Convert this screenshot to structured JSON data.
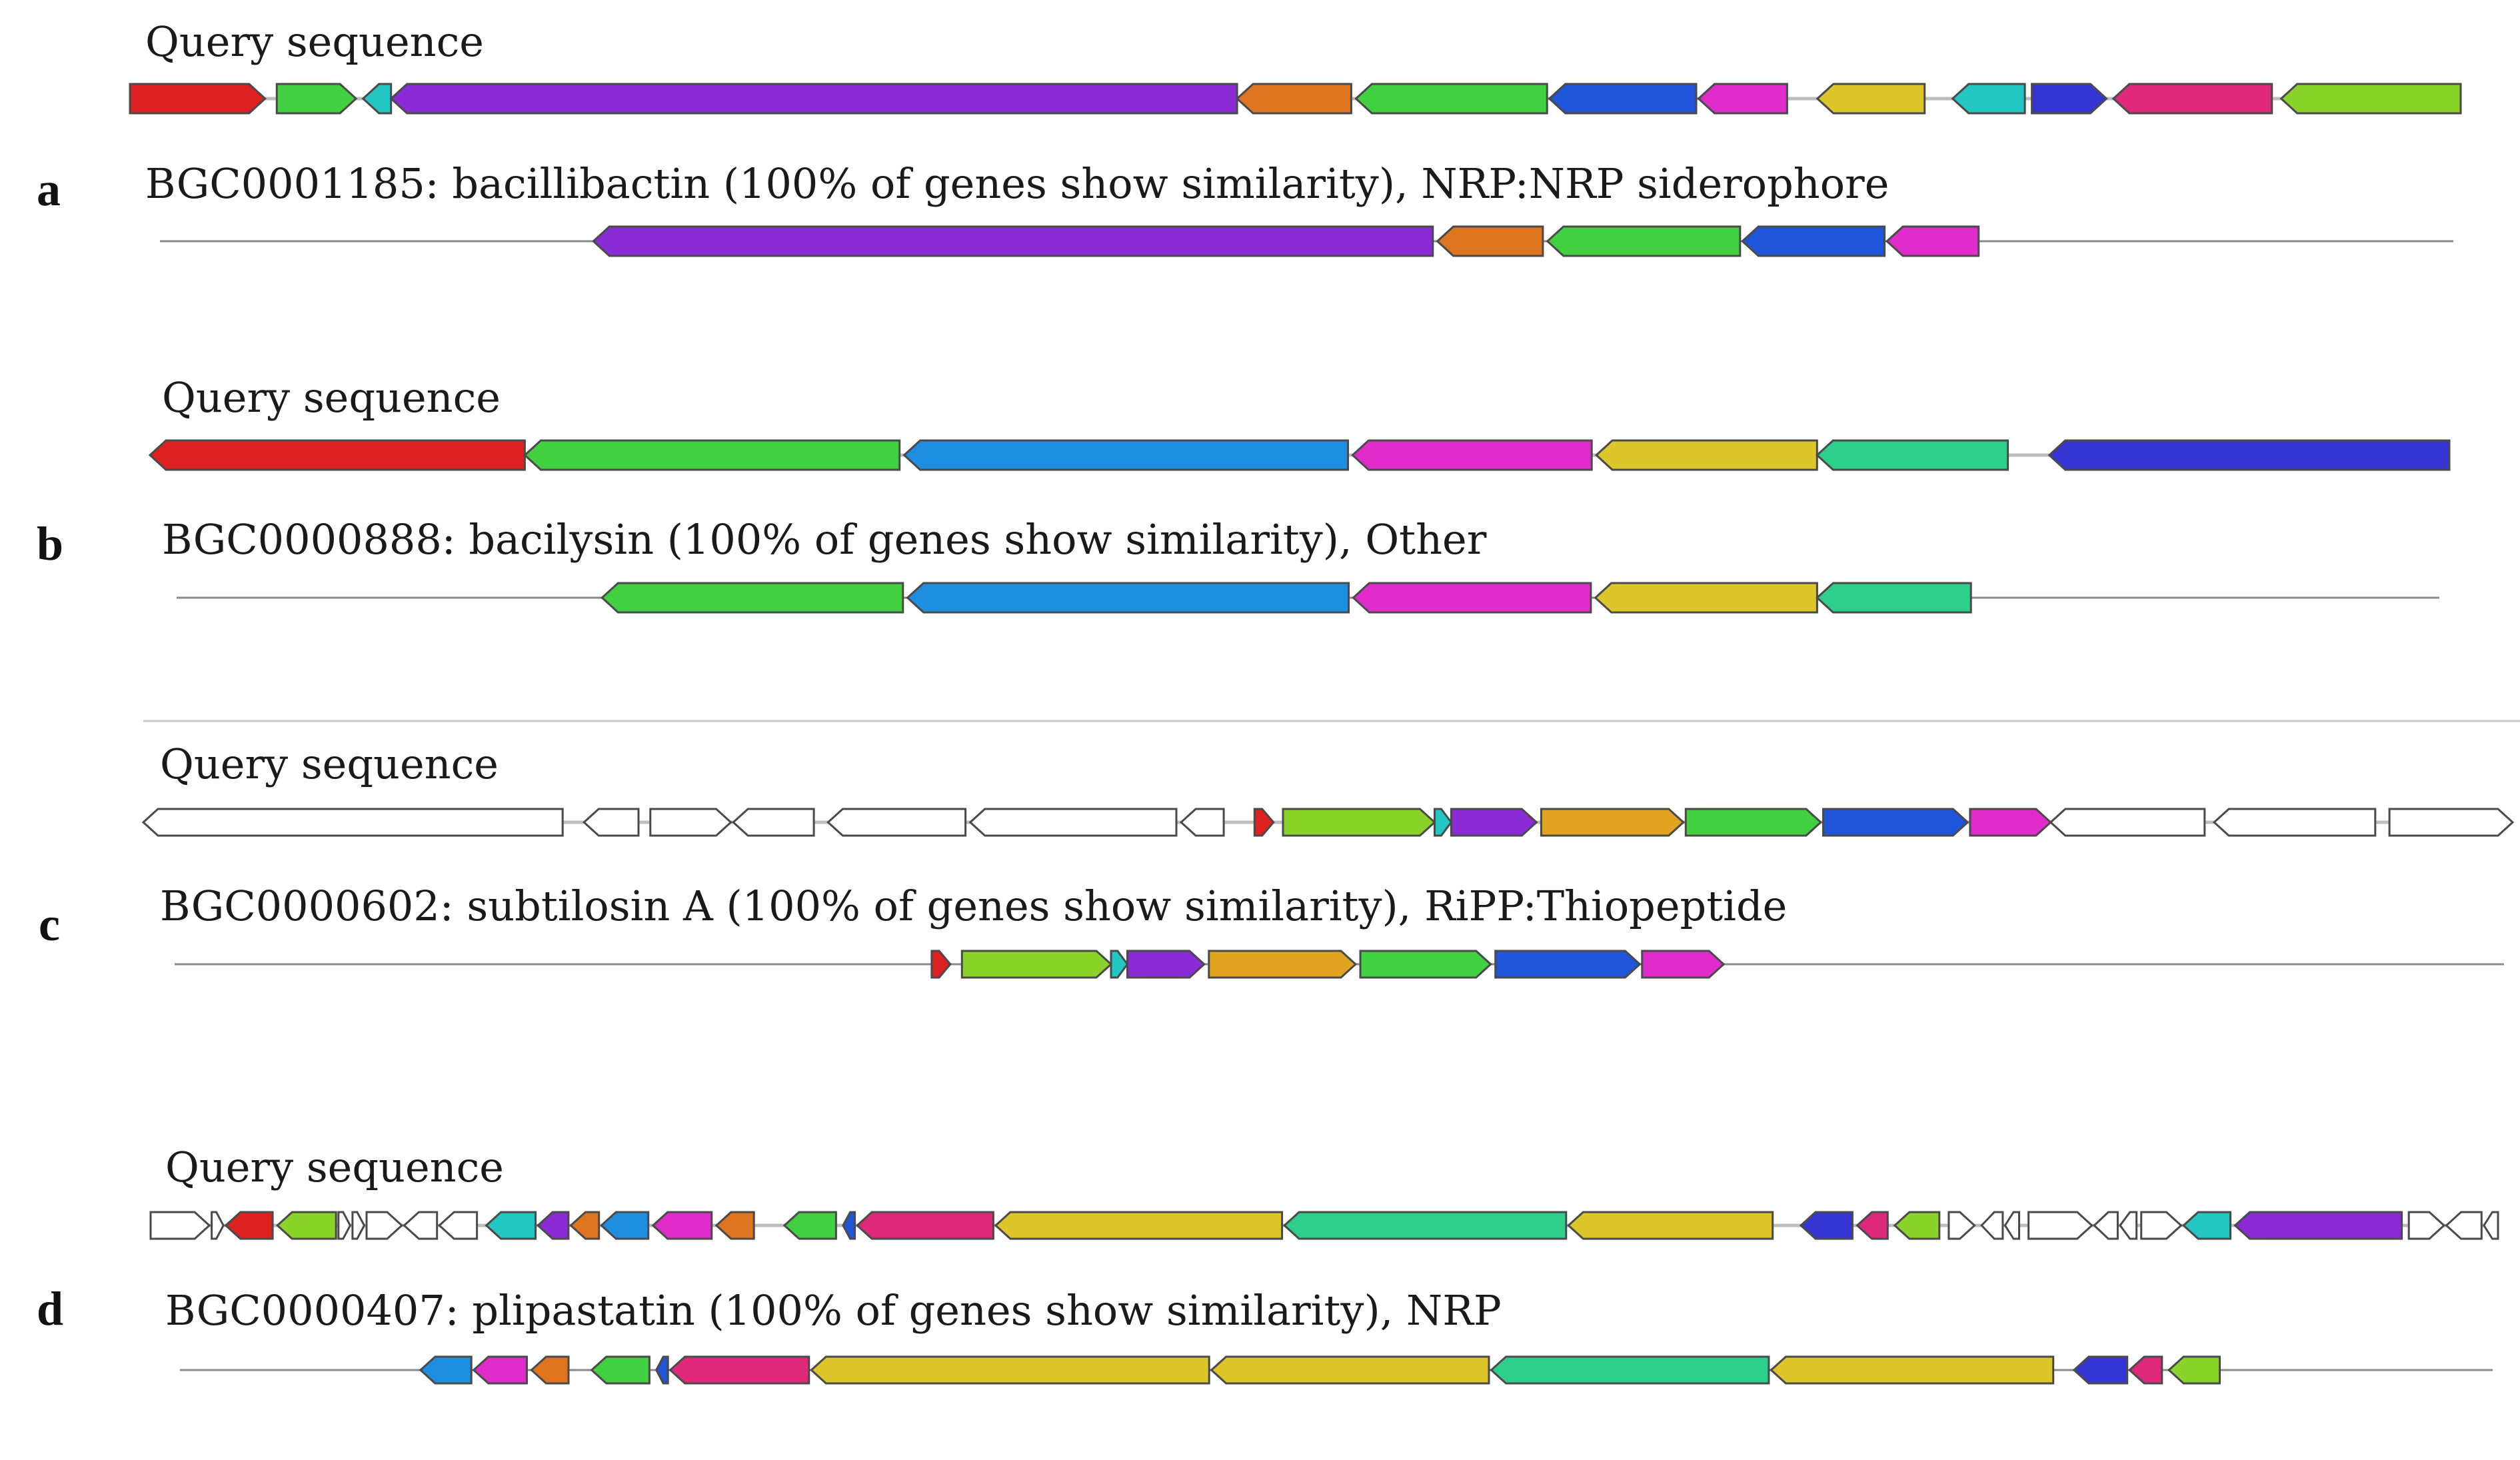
{
  "colors": {
    "red": "#dd2020",
    "green": "#40d040",
    "lime": "#8ad42a",
    "teal": "#2dd08a",
    "cyan": "#22c7c4",
    "sky": "#1e8ee0",
    "blue": "#1f55d8",
    "indigo": "#3535d4",
    "violet": "#8a2bd6",
    "orange": "#e07520",
    "amber": "#e0a420",
    "yellow": "#dcc62a",
    "magenta": "#e02ccb",
    "rose": "#e0287a",
    "white": "#ffffff",
    "stroke": "#4a4a4a",
    "line": "#bdbdbd"
  },
  "panels": [
    {
      "letter": "a",
      "query": {
        "label": "Query sequence",
        "genes": [
          {
            "s": 0.0,
            "e": 0.058,
            "d": 1,
            "c": "red"
          },
          {
            "s": 0.063,
            "e": 0.097,
            "d": 1,
            "c": "green"
          },
          {
            "s": 0.1,
            "e": 0.112,
            "d": -1,
            "c": "cyan"
          },
          {
            "s": 0.112,
            "e": 0.475,
            "d": -1,
            "c": "violet"
          },
          {
            "s": 0.475,
            "e": 0.524,
            "d": -1,
            "c": "orange"
          },
          {
            "s": 0.526,
            "e": 0.608,
            "d": -1,
            "c": "green"
          },
          {
            "s": 0.609,
            "e": 0.672,
            "d": -1,
            "c": "blue"
          },
          {
            "s": 0.673,
            "e": 0.711,
            "d": -1,
            "c": "magenta"
          },
          {
            "s": 0.724,
            "e": 0.77,
            "d": -1,
            "c": "yellow"
          },
          {
            "s": 0.782,
            "e": 0.813,
            "d": -1,
            "c": "cyan"
          },
          {
            "s": 0.816,
            "e": 0.848,
            "d": 1,
            "c": "indigo"
          },
          {
            "s": 0.851,
            "e": 0.919,
            "d": -1,
            "c": "rose"
          },
          {
            "s": 0.923,
            "e": 1.0,
            "d": -1,
            "c": "lime"
          }
        ]
      },
      "reference": {
        "label": "BGC0001185: bacillibactin (100% of genes show similarity), NRP:NRP siderophore",
        "genes": [
          {
            "s": 0.189,
            "e": 0.555,
            "d": -1,
            "c": "violet"
          },
          {
            "s": 0.557,
            "e": 0.603,
            "d": -1,
            "c": "orange"
          },
          {
            "s": 0.605,
            "e": 0.689,
            "d": -1,
            "c": "green"
          },
          {
            "s": 0.69,
            "e": 0.752,
            "d": -1,
            "c": "blue"
          },
          {
            "s": 0.753,
            "e": 0.793,
            "d": -1,
            "c": "magenta"
          }
        ]
      }
    },
    {
      "letter": "b",
      "query": {
        "label": "Query sequence",
        "genes": [
          {
            "s": 0.0,
            "e": 0.163,
            "d": -1,
            "c": "red"
          },
          {
            "s": 0.163,
            "e": 0.326,
            "d": -1,
            "c": "green"
          },
          {
            "s": 0.328,
            "e": 0.521,
            "d": -1,
            "c": "sky"
          },
          {
            "s": 0.523,
            "e": 0.627,
            "d": -1,
            "c": "magenta"
          },
          {
            "s": 0.629,
            "e": 0.725,
            "d": -1,
            "c": "yellow"
          },
          {
            "s": 0.725,
            "e": 0.808,
            "d": -1,
            "c": "teal"
          },
          {
            "s": 0.826,
            "e": 1.0,
            "d": -1,
            "c": "indigo"
          }
        ]
      },
      "reference": {
        "label": "BGC0000888: bacilysin (100% of genes show similarity), Other",
        "genes": [
          {
            "s": 0.188,
            "e": 0.321,
            "d": -1,
            "c": "green"
          },
          {
            "s": 0.323,
            "e": 0.518,
            "d": -1,
            "c": "sky"
          },
          {
            "s": 0.52,
            "e": 0.625,
            "d": -1,
            "c": "magenta"
          },
          {
            "s": 0.627,
            "e": 0.725,
            "d": -1,
            "c": "yellow"
          },
          {
            "s": 0.725,
            "e": 0.793,
            "d": -1,
            "c": "teal"
          }
        ]
      }
    },
    {
      "letter": "c",
      "query": {
        "label": "Query sequence",
        "genes": [
          {
            "s": 0.0,
            "e": 0.177,
            "d": -1,
            "c": "white"
          },
          {
            "s": 0.186,
            "e": 0.209,
            "d": -1,
            "c": "white"
          },
          {
            "s": 0.214,
            "e": 0.248,
            "d": 1,
            "c": "white"
          },
          {
            "s": 0.249,
            "e": 0.283,
            "d": -1,
            "c": "white"
          },
          {
            "s": 0.289,
            "e": 0.347,
            "d": -1,
            "c": "white"
          },
          {
            "s": 0.349,
            "e": 0.436,
            "d": -1,
            "c": "white"
          },
          {
            "s": 0.438,
            "e": 0.456,
            "d": -1,
            "c": "white"
          },
          {
            "s": 0.469,
            "e": 0.477,
            "d": 1,
            "c": "red"
          },
          {
            "s": 0.481,
            "e": 0.545,
            "d": 1,
            "c": "lime"
          },
          {
            "s": 0.545,
            "e": 0.552,
            "d": 1,
            "c": "cyan"
          },
          {
            "s": 0.552,
            "e": 0.588,
            "d": 1,
            "c": "violet"
          },
          {
            "s": 0.59,
            "e": 0.65,
            "d": 1,
            "c": "amber"
          },
          {
            "s": 0.651,
            "e": 0.708,
            "d": 1,
            "c": "green"
          },
          {
            "s": 0.709,
            "e": 0.77,
            "d": 1,
            "c": "blue"
          },
          {
            "s": 0.771,
            "e": 0.805,
            "d": 1,
            "c": "magenta"
          },
          {
            "s": 0.805,
            "e": 0.87,
            "d": -1,
            "c": "white"
          },
          {
            "s": 0.874,
            "e": 0.942,
            "d": -1,
            "c": "white"
          },
          {
            "s": 0.948,
            "e": 1.0,
            "d": 1,
            "c": "white"
          }
        ]
      },
      "reference": {
        "label": "BGC0000602: subtilosin A (100% of genes show similarity), RiPP:Thiopeptide",
        "genes": [
          {
            "s": 0.325,
            "e": 0.333,
            "d": 1,
            "c": "red"
          },
          {
            "s": 0.338,
            "e": 0.402,
            "d": 1,
            "c": "lime"
          },
          {
            "s": 0.402,
            "e": 0.409,
            "d": 1,
            "c": "cyan"
          },
          {
            "s": 0.409,
            "e": 0.442,
            "d": 1,
            "c": "violet"
          },
          {
            "s": 0.444,
            "e": 0.507,
            "d": 1,
            "c": "amber"
          },
          {
            "s": 0.509,
            "e": 0.565,
            "d": 1,
            "c": "green"
          },
          {
            "s": 0.567,
            "e": 0.629,
            "d": 1,
            "c": "blue"
          },
          {
            "s": 0.63,
            "e": 0.665,
            "d": 1,
            "c": "magenta"
          }
        ]
      }
    },
    {
      "letter": "d",
      "query": {
        "label": "Query sequence",
        "genes": [
          {
            "s": 0.0,
            "e": 0.025,
            "d": 1,
            "c": "white"
          },
          {
            "s": 0.026,
            "e": 0.031,
            "d": 1,
            "c": "white"
          },
          {
            "s": 0.032,
            "e": 0.052,
            "d": -1,
            "c": "red"
          },
          {
            "s": 0.054,
            "e": 0.079,
            "d": -1,
            "c": "lime"
          },
          {
            "s": 0.08,
            "e": 0.085,
            "d": 1,
            "c": "white"
          },
          {
            "s": 0.086,
            "e": 0.091,
            "d": 1,
            "c": "white"
          },
          {
            "s": 0.092,
            "e": 0.107,
            "d": 1,
            "c": "white"
          },
          {
            "s": 0.108,
            "e": 0.122,
            "d": -1,
            "c": "white"
          },
          {
            "s": 0.123,
            "e": 0.139,
            "d": -1,
            "c": "white"
          },
          {
            "s": 0.143,
            "e": 0.164,
            "d": -1,
            "c": "cyan"
          },
          {
            "s": 0.165,
            "e": 0.178,
            "d": -1,
            "c": "violet"
          },
          {
            "s": 0.179,
            "e": 0.191,
            "d": -1,
            "c": "orange"
          },
          {
            "s": 0.192,
            "e": 0.212,
            "d": -1,
            "c": "sky"
          },
          {
            "s": 0.214,
            "e": 0.239,
            "d": -1,
            "c": "magenta"
          },
          {
            "s": 0.241,
            "e": 0.257,
            "d": -1,
            "c": "orange"
          },
          {
            "s": 0.27,
            "e": 0.292,
            "d": -1,
            "c": "green"
          },
          {
            "s": 0.295,
            "e": 0.3,
            "d": -1,
            "c": "blue"
          },
          {
            "s": 0.301,
            "e": 0.359,
            "d": -1,
            "c": "rose"
          },
          {
            "s": 0.36,
            "e": 0.482,
            "d": -1,
            "c": "yellow"
          },
          {
            "s": 0.483,
            "e": 0.603,
            "d": -1,
            "c": "teal"
          },
          {
            "s": 0.604,
            "e": 0.691,
            "d": -1,
            "c": "yellow"
          },
          {
            "s": 0.703,
            "e": 0.725,
            "d": -1,
            "c": "indigo"
          },
          {
            "s": 0.727,
            "e": 0.74,
            "d": -1,
            "c": "rose"
          },
          {
            "s": 0.743,
            "e": 0.762,
            "d": -1,
            "c": "lime"
          },
          {
            "s": 0.766,
            "e": 0.777,
            "d": 1,
            "c": "white"
          },
          {
            "s": 0.78,
            "e": 0.789,
            "d": -1,
            "c": "white"
          },
          {
            "s": 0.79,
            "e": 0.796,
            "d": -1,
            "c": "white"
          },
          {
            "s": 0.8,
            "e": 0.827,
            "d": 1,
            "c": "white"
          },
          {
            "s": 0.828,
            "e": 0.838,
            "d": -1,
            "c": "white"
          },
          {
            "s": 0.839,
            "e": 0.846,
            "d": -1,
            "c": "white"
          },
          {
            "s": 0.848,
            "e": 0.865,
            "d": 1,
            "c": "white"
          },
          {
            "s": 0.866,
            "e": 0.886,
            "d": -1,
            "c": "cyan"
          },
          {
            "s": 0.888,
            "e": 0.959,
            "d": -1,
            "c": "violet"
          },
          {
            "s": 0.962,
            "e": 0.977,
            "d": 1,
            "c": "white"
          },
          {
            "s": 0.978,
            "e": 0.993,
            "d": -1,
            "c": "white"
          },
          {
            "s": 0.994,
            "e": 1.0,
            "d": -1,
            "c": "white"
          }
        ]
      },
      "reference": {
        "label": "BGC0000407: plipastatin (100% of genes show similarity), NRP",
        "genes": [
          {
            "s": 0.104,
            "e": 0.126,
            "d": -1,
            "c": "sky"
          },
          {
            "s": 0.127,
            "e": 0.15,
            "d": -1,
            "c": "magenta"
          },
          {
            "s": 0.152,
            "e": 0.168,
            "d": -1,
            "c": "orange"
          },
          {
            "s": 0.178,
            "e": 0.203,
            "d": -1,
            "c": "green"
          },
          {
            "s": 0.206,
            "e": 0.211,
            "d": -1,
            "c": "blue"
          },
          {
            "s": 0.212,
            "e": 0.272,
            "d": -1,
            "c": "rose"
          },
          {
            "s": 0.273,
            "e": 0.445,
            "d": -1,
            "c": "yellow"
          },
          {
            "s": 0.446,
            "e": 0.566,
            "d": -1,
            "c": "yellow"
          },
          {
            "s": 0.567,
            "e": 0.687,
            "d": -1,
            "c": "teal"
          },
          {
            "s": 0.688,
            "e": 0.81,
            "d": -1,
            "c": "yellow"
          },
          {
            "s": 0.819,
            "e": 0.842,
            "d": -1,
            "c": "indigo"
          },
          {
            "s": 0.843,
            "e": 0.857,
            "d": -1,
            "c": "rose"
          },
          {
            "s": 0.86,
            "e": 0.882,
            "d": -1,
            "c": "lime"
          }
        ]
      }
    }
  ]
}
